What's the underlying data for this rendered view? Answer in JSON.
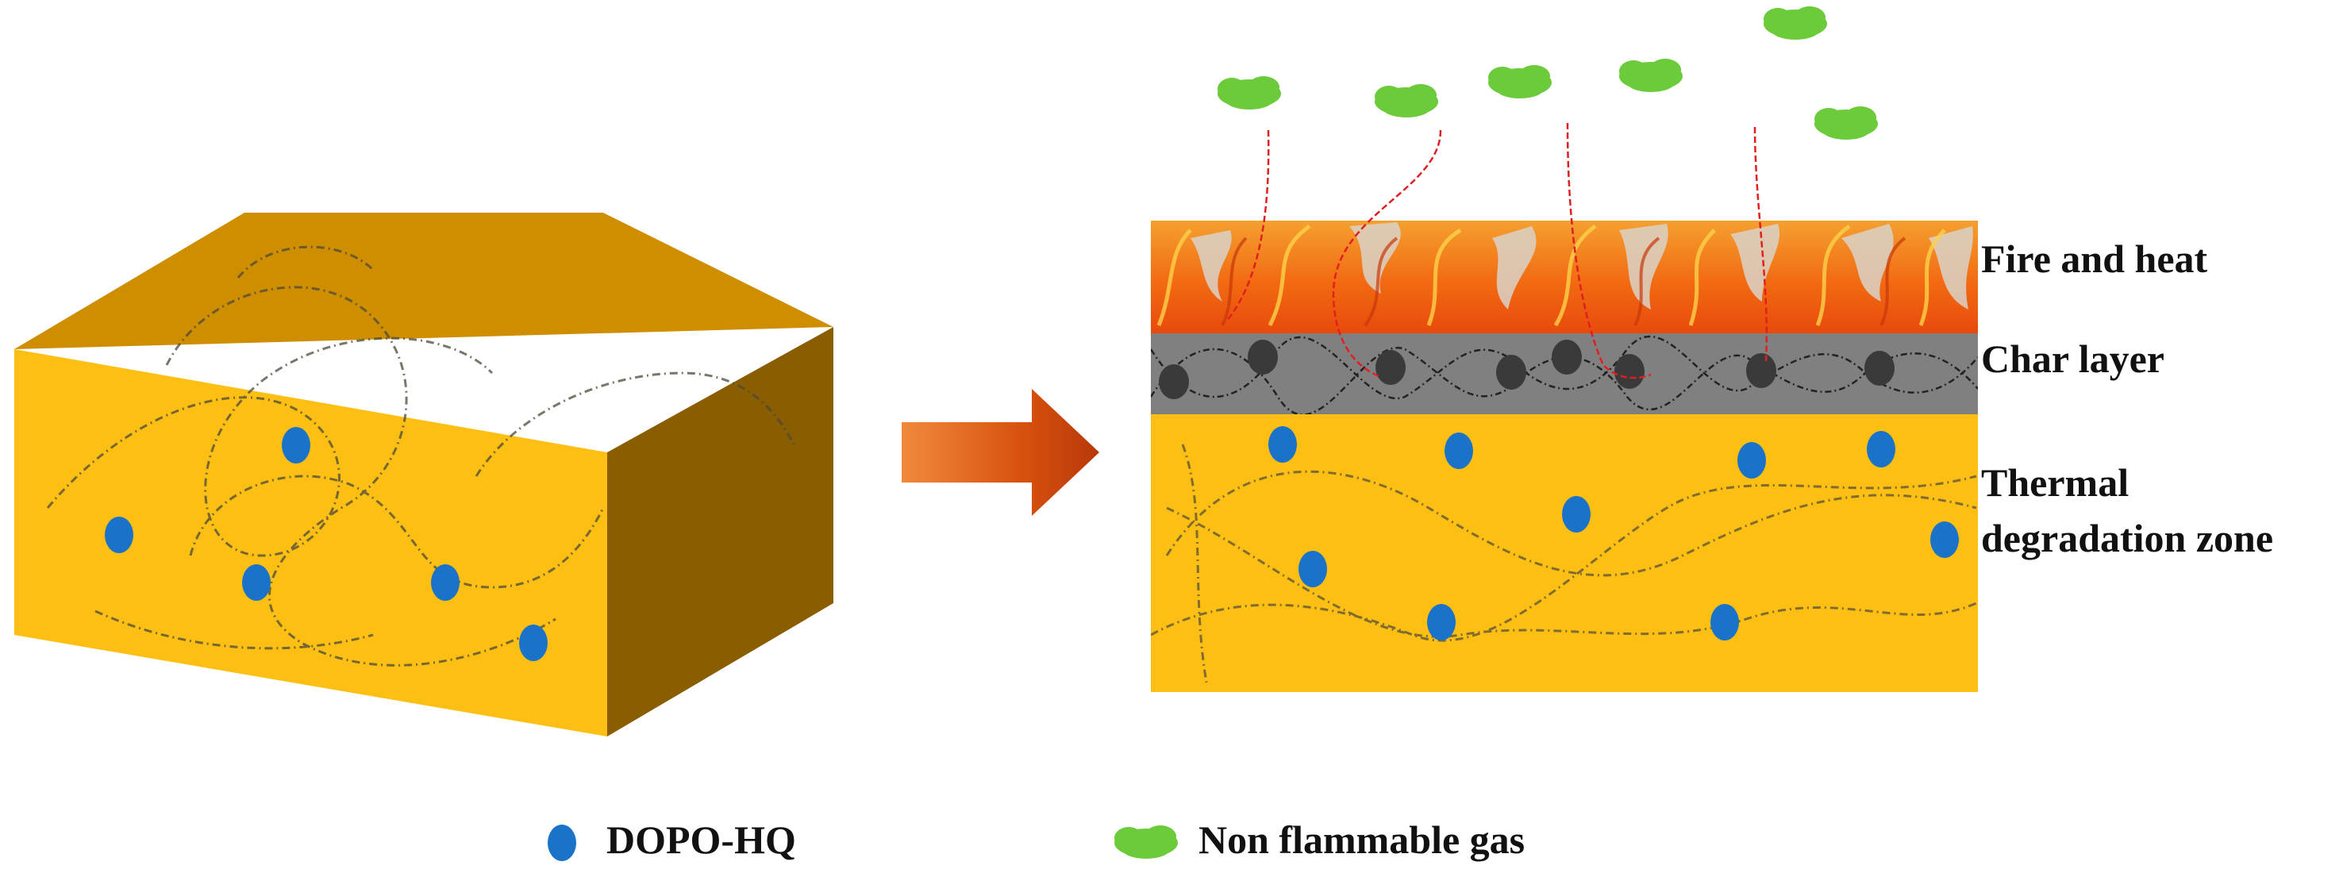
{
  "labels": {
    "fire": "Fire and heat",
    "char": "Char layer",
    "thermal_line1": "Thermal",
    "thermal_line2": "degradation zone"
  },
  "legend": {
    "dopo": "DOPO-HQ",
    "gas": "Non flammable gas"
  },
  "colors": {
    "matrix_front": "#FDBF13",
    "matrix_top": "#CE8E00",
    "matrix_side": "#8A5D00",
    "dopo_particle": "#1B73C9",
    "char_layer": "#808080",
    "char_particle": "#3A3A3A",
    "gas": "#6BCB3B",
    "arrow": "#D04A0A",
    "fire": "#F57A10"
  },
  "icons": [
    "dopo-hq-particle-icon",
    "gas-cloud-icon",
    "process-arrow-icon",
    "flame-icon"
  ]
}
